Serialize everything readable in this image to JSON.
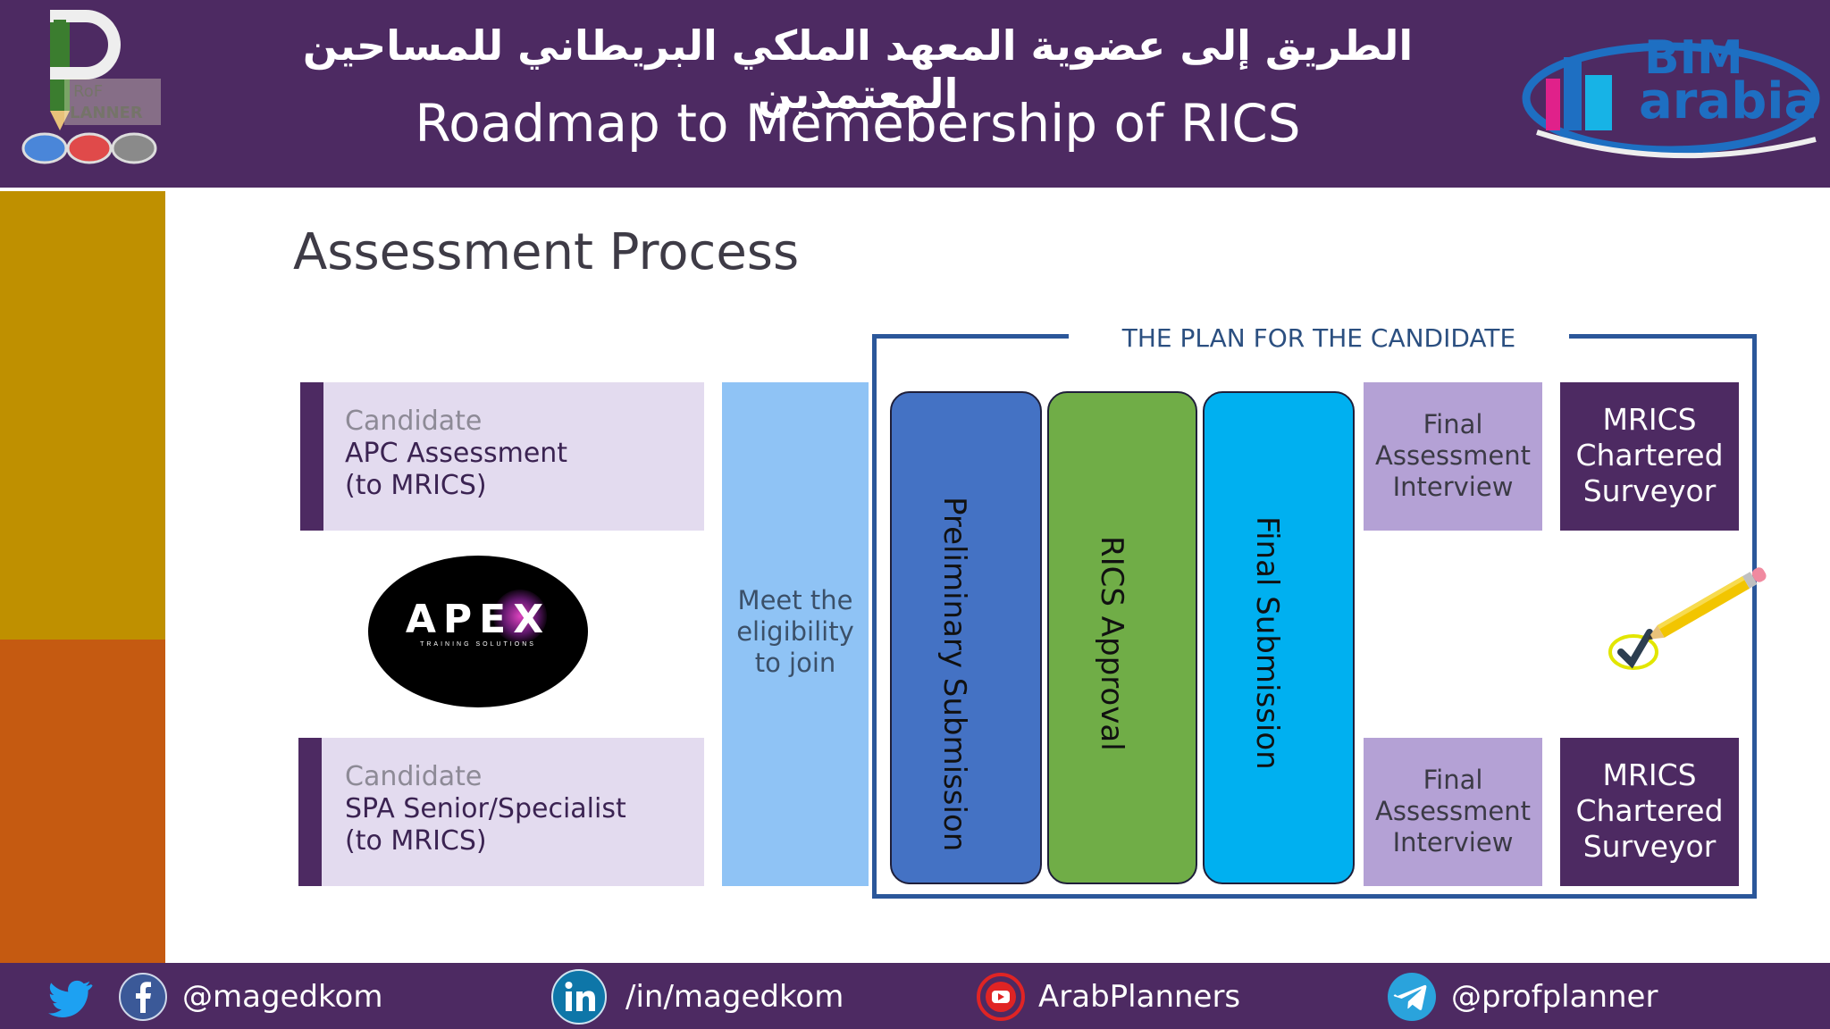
{
  "header": {
    "title_ar": "الطريق إلى عضوية المعهد الملكي البريطاني للمساحين المعتمدين",
    "title_en": "Roadmap to Memebership of RICS",
    "logo_left": {
      "name": "prof-planner-logo",
      "text_line1": "RoF",
      "text_line2": "LANNER"
    },
    "logo_right": {
      "name": "bim-arabia-logo",
      "text_line1": "BIM",
      "text_line2": "arabia"
    }
  },
  "section_title": "Assessment Process",
  "candidates": {
    "apc": {
      "label": "Candidate",
      "line1": "APC Assessment",
      "line2": "(to MRICS)"
    },
    "spa": {
      "label": "Candidate",
      "line1": "SPA Senior/Specialist",
      "line2": "(to MRICS)"
    }
  },
  "apex": {
    "text": "APEX",
    "subtitle": "TRAINING SOLUTIONS"
  },
  "eligibility": {
    "line1": "Meet the",
    "line2": "eligibility",
    "line3": "to join"
  },
  "plan": {
    "title": "THE PLAN FOR THE CANDIDATE",
    "steps": [
      {
        "label": "Preliminary Submission",
        "color": "#4472c4"
      },
      {
        "label": "RICS Approval",
        "color": "#70ad47"
      },
      {
        "label": "Final Submission",
        "color": "#00b0f0"
      }
    ],
    "final_interview": {
      "line1": "Final",
      "line2": "Assessment",
      "line3": "Interview"
    },
    "outcome": {
      "line1": "MRICS",
      "line2": "Chartered",
      "line3": "Surveyor"
    }
  },
  "colors": {
    "header_bg": "#4d2a62",
    "gold": "#bf9000",
    "orange": "#c55a11",
    "plan_border": "#2b579a"
  },
  "footer": {
    "twitter_handle": "@magedkom",
    "linkedin_handle": "/in/magedkom",
    "youtube_channel": "ArabPlanners",
    "telegram_handle": "@profplanner"
  }
}
